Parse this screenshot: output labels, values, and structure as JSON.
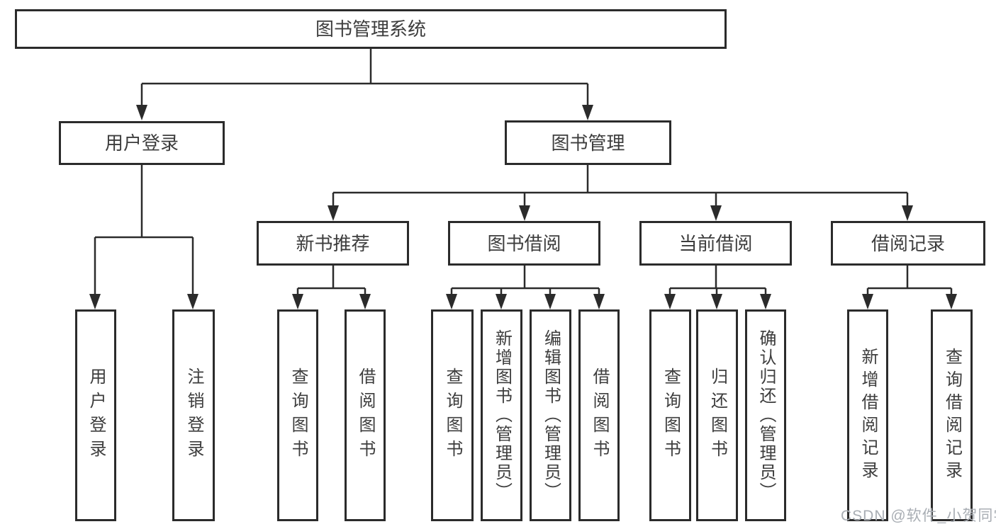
{
  "tree": {
    "root": {
      "label": "图书管理系统"
    },
    "branches": [
      {
        "label": "用户登录",
        "children": [
          {
            "label": "用户登录"
          },
          {
            "label": "注销登录"
          }
        ]
      },
      {
        "label": "图书管理",
        "children": [
          {
            "label": "新书推荐",
            "children": [
              {
                "label": "查询图书"
              },
              {
                "label": "借阅图书"
              }
            ]
          },
          {
            "label": "图书借阅",
            "children": [
              {
                "label": "查询图书"
              },
              {
                "label": "新增图书（管理员）"
              },
              {
                "label": "编辑图书（管理员）"
              },
              {
                "label": "借阅图书"
              }
            ]
          },
          {
            "label": "当前借阅",
            "children": [
              {
                "label": "查询图书"
              },
              {
                "label": "归还图书"
              },
              {
                "label": "确认归还（管理员）"
              }
            ]
          },
          {
            "label": "借阅记录",
            "children": [
              {
                "label": "新增借阅记录"
              },
              {
                "label": "查询借阅记录"
              }
            ]
          }
        ]
      }
    ]
  },
  "watermark": {
    "text": "CSDN @软件_小贺同学"
  },
  "colors": {
    "line": "#2b2b2b",
    "box_border": "#2b2b2b",
    "text": "#3d3d3d",
    "watermark": "#a9aeb4",
    "background": "#ffffff"
  }
}
